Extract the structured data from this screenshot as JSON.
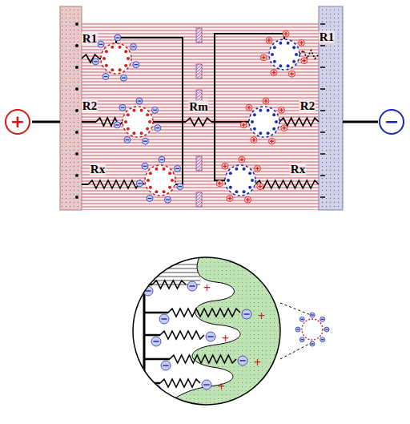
{
  "diagram": {
    "nodes": [
      {
        "text": [
          "+"
        ]
      },
      {
        "text": [
          "−"
        ]
      }
    ],
    "labels": [
      "R1",
      "R2",
      "Rx",
      "Rm",
      "R1",
      "R2",
      "Rx"
    ]
  }
}
